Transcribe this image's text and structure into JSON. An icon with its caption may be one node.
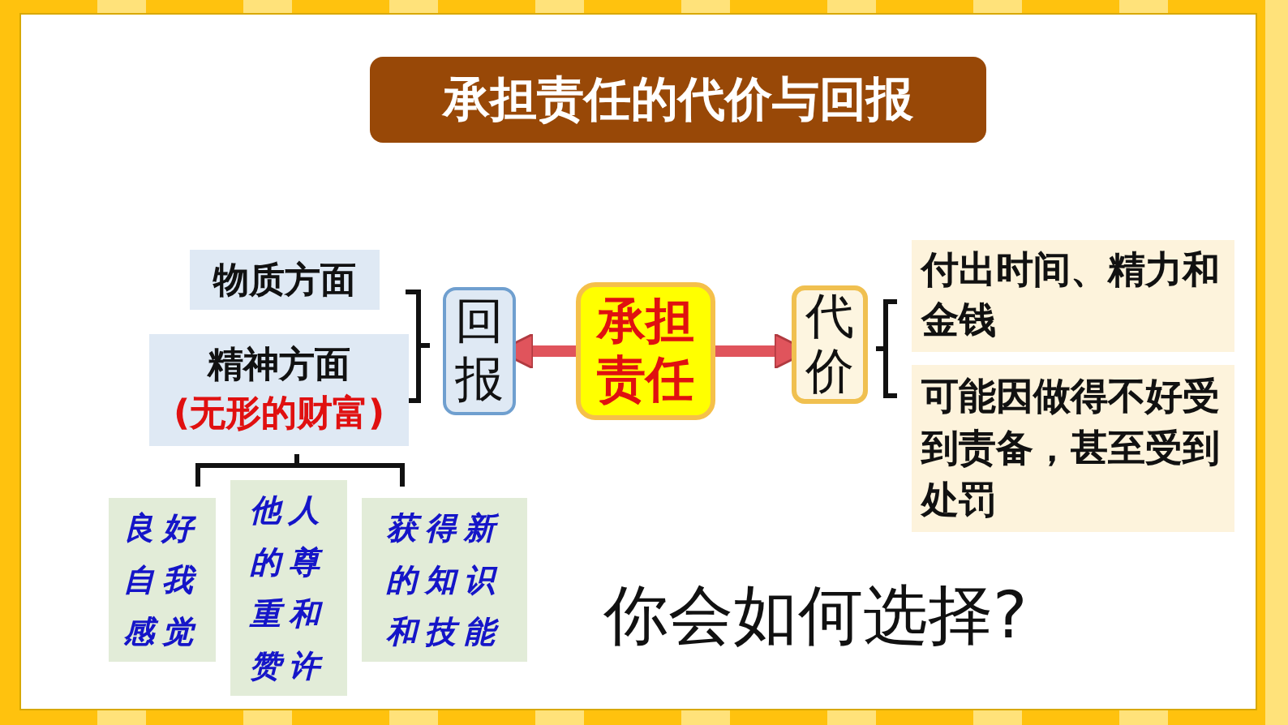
{
  "diagram": {
    "title": "承担责任的代价与回报",
    "nodes": [
      {
        "text": [
          "承担责任"
        ]
      },
      {
        "text": [
          "回报"
        ]
      },
      {
        "text": [
          "代价"
        ]
      },
      {
        "text": [
          "物质方面"
        ]
      },
      {
        "text": [
          "精神方面",
          "(无形的财富)"
        ]
      },
      {
        "text": [
          "良好自我感觉"
        ]
      },
      {
        "text": [
          "他人的尊重和赞许"
        ]
      },
      {
        "text": [
          "获得新的知识和技能"
        ]
      },
      {
        "text": [
          "付出时间、精力和金钱"
        ]
      },
      {
        "text": [
          "可能因做得不好受到责备，甚至受到处罚"
        ]
      }
    ],
    "edges": [
      {
        "from": 0,
        "to": 1,
        "arrow": "to"
      },
      {
        "from": 0,
        "to": 2,
        "arrow": "to"
      }
    ],
    "labels": [
      "你会如何选择?"
    ]
  }
}
